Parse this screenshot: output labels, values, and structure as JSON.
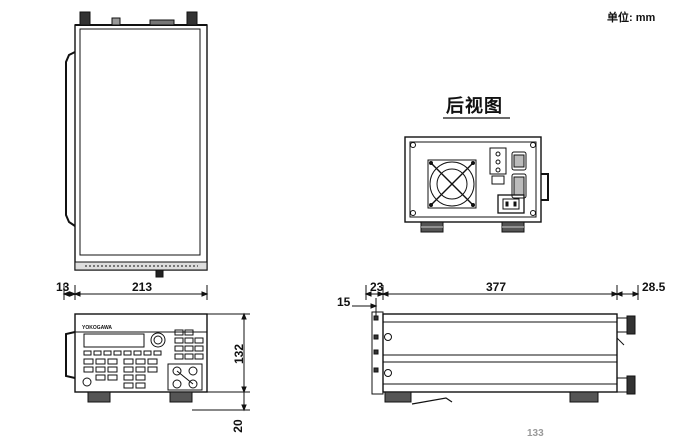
{
  "unit_label": "单位: mm",
  "rear_view_title": "后视图",
  "brand": "YOKOGAWA",
  "dimensions": {
    "front_left_margin": "13",
    "front_width": "213",
    "front_height": "132",
    "foot_height": "20",
    "side_front_offset": "23",
    "side_panel_offset": "15",
    "side_depth": "377",
    "side_rear_protrusion": "28.5",
    "bottom_partial": "133"
  }
}
